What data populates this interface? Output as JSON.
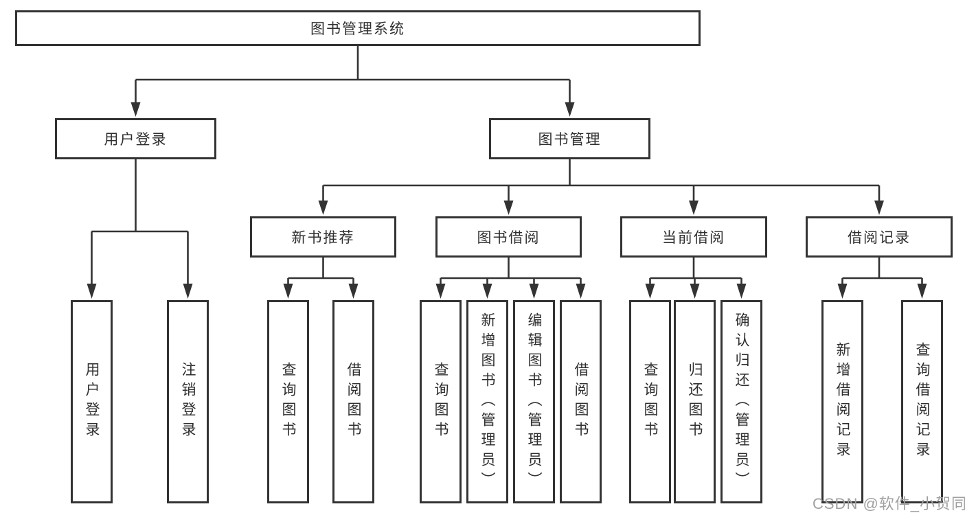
{
  "colors": {
    "line": "#333333",
    "text": "#2f2f2f",
    "box-bg": "#ffffff",
    "watermark": "#a0a0a0",
    "background": "#ffffff"
  },
  "tree": {
    "root": "图书管理系统",
    "branches": [
      {
        "label": "用户登录",
        "leaves": [
          "用户登录",
          "注销登录"
        ]
      },
      {
        "label": "图书管理",
        "groups": [
          {
            "label": "新书推荐",
            "leaves": [
              "查询图书",
              "借阅图书"
            ]
          },
          {
            "label": "图书借阅",
            "leaves": [
              "查询图书",
              "新增图书（管理员）",
              "编辑图书（管理员）",
              "借阅图书"
            ]
          },
          {
            "label": "当前借阅",
            "leaves": [
              "查询图书",
              "归还图书",
              "确认归还（管理员）"
            ]
          },
          {
            "label": "借阅记录",
            "leaves": [
              "新增借阅记录",
              "查询借阅记录"
            ]
          }
        ]
      }
    ]
  },
  "watermark": {
    "text": "CSDN @软件_小贺同学"
  }
}
